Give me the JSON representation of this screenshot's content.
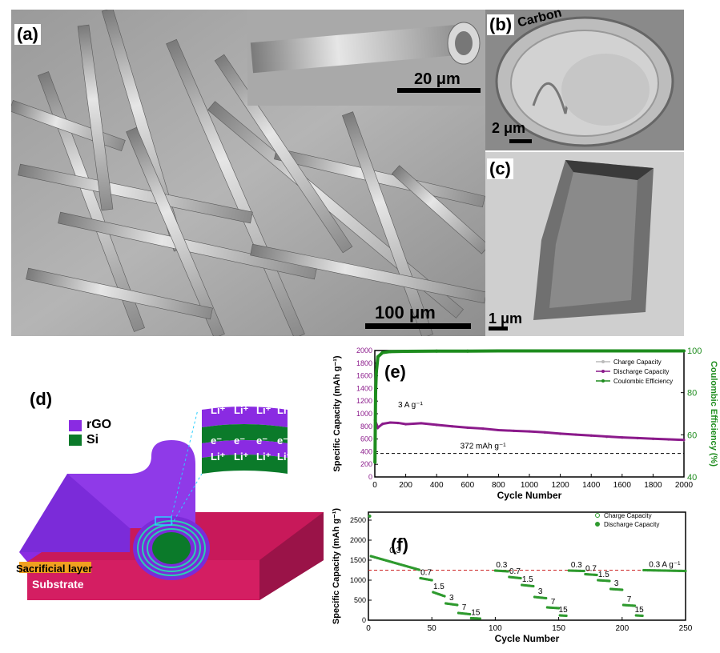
{
  "panels": {
    "a": {
      "label": "(a)",
      "scale_main": "100 μm",
      "scale_inset": "20 μm"
    },
    "b": {
      "label": "(b)",
      "scale": "2 μm",
      "annotation": "Carbon"
    },
    "c": {
      "label": "(c)",
      "scale": "1 μm"
    },
    "d": {
      "label": "(d)",
      "legend_rgo": "rGO",
      "legend_si": "Si",
      "electron": "e⁻",
      "lithium": "Li⁺",
      "sacrificial": "Sacrificial layer",
      "substrate": "Substrate"
    },
    "e": {
      "label": "(e)",
      "annotation_rate": "3 A g⁻¹",
      "annotation_ref": "372 mAh g⁻¹"
    },
    "f": {
      "label": "(f)",
      "rates": [
        "0.3",
        "0.7",
        "1.5",
        "3",
        "7",
        "15",
        "0.3",
        "0.7",
        "1.5",
        "3",
        "7",
        "15",
        "0.3",
        "0.7",
        "1.5",
        "3",
        "7",
        "15",
        "0.3 A g⁻¹"
      ]
    }
  },
  "colors": {
    "rgo": "#8a2be2",
    "si": "#0b7a2a",
    "substrate": "#c8195a",
    "sacrificial": "#f0a020",
    "discharge_e": "#8b1a8b",
    "coulombic": "#1e8c1e",
    "green_f": "#2e9a2e",
    "ref_line_f": "#cc2222"
  },
  "chart_data": [
    {
      "type": "line",
      "panel": "e",
      "xlabel": "Cycle Number",
      "ylabel": "Specific Capacity (mAh g⁻¹)",
      "y2label": "Coulombic Efficiency (%)",
      "xlim": [
        0,
        2000
      ],
      "ylim": [
        0,
        2000
      ],
      "y2lim": [
        40,
        100
      ],
      "xticks": [
        0,
        200,
        400,
        600,
        800,
        1000,
        1200,
        1400,
        1600,
        1800,
        2000
      ],
      "yticks": [
        0,
        200,
        400,
        600,
        800,
        1000,
        1200,
        1400,
        1600,
        1800,
        2000
      ],
      "y2ticks": [
        40,
        60,
        80,
        100
      ],
      "legend": [
        "Charge Capacity",
        "Discharge Capacity",
        "Coulombic Efficiency"
      ],
      "legend_placement": "top-right",
      "reference_line": 372,
      "series": [
        {
          "name": "Charge Capacity",
          "axis": "y",
          "x": [
            1,
            20,
            50,
            100,
            150,
            200,
            300,
            400,
            500,
            600,
            700,
            800,
            900,
            1000,
            1100,
            1200,
            1300,
            1400,
            1500,
            1600,
            1700,
            1800,
            1900,
            2000
          ],
          "y": [
            800,
            770,
            830,
            860,
            850,
            830,
            850,
            820,
            800,
            780,
            760,
            740,
            730,
            720,
            700,
            680,
            670,
            650,
            630,
            620,
            610,
            600,
            590,
            580
          ]
        },
        {
          "name": "Discharge Capacity",
          "axis": "y",
          "x": [
            1,
            20,
            50,
            100,
            150,
            200,
            300,
            400,
            500,
            600,
            700,
            800,
            900,
            1000,
            1100,
            1200,
            1300,
            1400,
            1500,
            1600,
            1700,
            1800,
            1900,
            2000
          ],
          "y": [
            900,
            780,
            840,
            860,
            855,
            835,
            850,
            825,
            800,
            780,
            765,
            740,
            730,
            720,
            705,
            685,
            670,
            655,
            640,
            625,
            615,
            605,
            595,
            585
          ]
        },
        {
          "name": "Coulombic Efficiency",
          "axis": "y2",
          "x": [
            1,
            5,
            10,
            20,
            50,
            100,
            200,
            400,
            600,
            800,
            1000,
            1200,
            1400,
            1600,
            1800,
            2000
          ],
          "y": [
            47,
            80,
            90,
            97,
            99,
            99.5,
            99.6,
            99.7,
            99.7,
            99.8,
            99.8,
            99.8,
            99.8,
            99.8,
            99.8,
            99.8
          ]
        }
      ]
    },
    {
      "type": "scatter",
      "panel": "f",
      "xlabel": "Cycle Number",
      "ylabel": "Specific Capacity (mAh g⁻¹)",
      "xlim": [
        0,
        250
      ],
      "ylim": [
        0,
        2700
      ],
      "xticks": [
        0,
        50,
        100,
        150,
        200,
        250
      ],
      "yticks": [
        0,
        500,
        1000,
        1500,
        2000,
        2500
      ],
      "legend": [
        "Charge Capacity",
        "Discharge Capacity"
      ],
      "legend_placement": "top-right",
      "reference_line": 1250,
      "first_point": [
        1,
        2600
      ],
      "segments": [
        {
          "rate": "0.3",
          "x0": 2,
          "x1": 40,
          "y0": 1600,
          "y1": 1260
        },
        {
          "rate": "0.7",
          "x0": 41,
          "x1": 50,
          "y0": 1050,
          "y1": 1000
        },
        {
          "rate": "1.5",
          "x0": 51,
          "x1": 60,
          "y0": 700,
          "y1": 600
        },
        {
          "rate": "3",
          "x0": 61,
          "x1": 70,
          "y0": 420,
          "y1": 380
        },
        {
          "rate": "7",
          "x0": 71,
          "x1": 80,
          "y0": 180,
          "y1": 150
        },
        {
          "rate": "15",
          "x0": 81,
          "x1": 88,
          "y0": 50,
          "y1": 40
        },
        {
          "rate": "0.3",
          "x0": 100,
          "x1": 110,
          "y0": 1240,
          "y1": 1220
        },
        {
          "rate": "0.7",
          "x0": 111,
          "x1": 120,
          "y0": 1080,
          "y1": 1050
        },
        {
          "rate": "1.5",
          "x0": 121,
          "x1": 130,
          "y0": 880,
          "y1": 850
        },
        {
          "rate": "3",
          "x0": 131,
          "x1": 140,
          "y0": 580,
          "y1": 550
        },
        {
          "rate": "7",
          "x0": 141,
          "x1": 150,
          "y0": 320,
          "y1": 300
        },
        {
          "rate": "15",
          "x0": 151,
          "x1": 156,
          "y0": 120,
          "y1": 110
        },
        {
          "rate": "0.3",
          "x0": 158,
          "x1": 170,
          "y0": 1240,
          "y1": 1230
        },
        {
          "rate": "0.7",
          "x0": 171,
          "x1": 180,
          "y0": 1150,
          "y1": 1130
        },
        {
          "rate": "1.5",
          "x0": 181,
          "x1": 190,
          "y0": 1000,
          "y1": 980
        },
        {
          "rate": "3",
          "x0": 191,
          "x1": 200,
          "y0": 780,
          "y1": 760
        },
        {
          "rate": "7",
          "x0": 201,
          "x1": 210,
          "y0": 380,
          "y1": 360
        },
        {
          "rate": "15",
          "x0": 211,
          "x1": 216,
          "y0": 120,
          "y1": 110
        },
        {
          "rate": "0.3 A g⁻¹",
          "x0": 217,
          "x1": 250,
          "y0": 1250,
          "y1": 1230
        }
      ]
    }
  ]
}
